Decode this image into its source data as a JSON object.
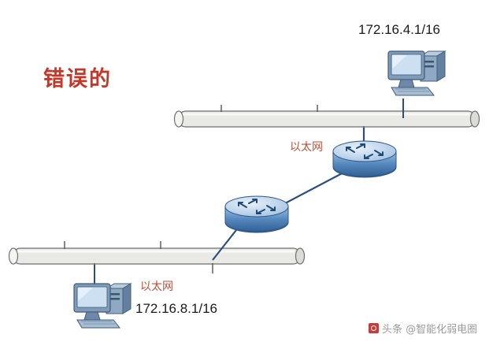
{
  "diagram": {
    "title": "错误的",
    "title_color": "#c0392b",
    "labels": {
      "ip_top": "172.16.4.1/16",
      "ip_bottom": "172.16.8.1/16",
      "ethernet_top": "以太网",
      "ethernet_bottom": "以太网"
    },
    "nodes": [
      {
        "name": "pc-top",
        "type": "computer",
        "label": "172.16.4.1/16"
      },
      {
        "name": "pc-bottom",
        "type": "computer",
        "label": "172.16.8.1/16"
      },
      {
        "name": "router-upper",
        "type": "router"
      },
      {
        "name": "router-lower",
        "type": "router"
      },
      {
        "name": "bus-top",
        "type": "ethernet-segment",
        "label": "以太网"
      },
      {
        "name": "bus-bottom",
        "type": "ethernet-segment",
        "label": "以太网"
      }
    ],
    "colors": {
      "bus_fill": "#e9e9e5",
      "bus_stroke": "#6f6f6f",
      "router_body": "#5b8fc9",
      "router_top": "#a9c7e5",
      "link": "#2a4f7d",
      "monitor_screen": "#cfe0f0",
      "monitor_case": "#6f8fb4"
    },
    "watermark": "头条 @智能化弱电圈"
  }
}
